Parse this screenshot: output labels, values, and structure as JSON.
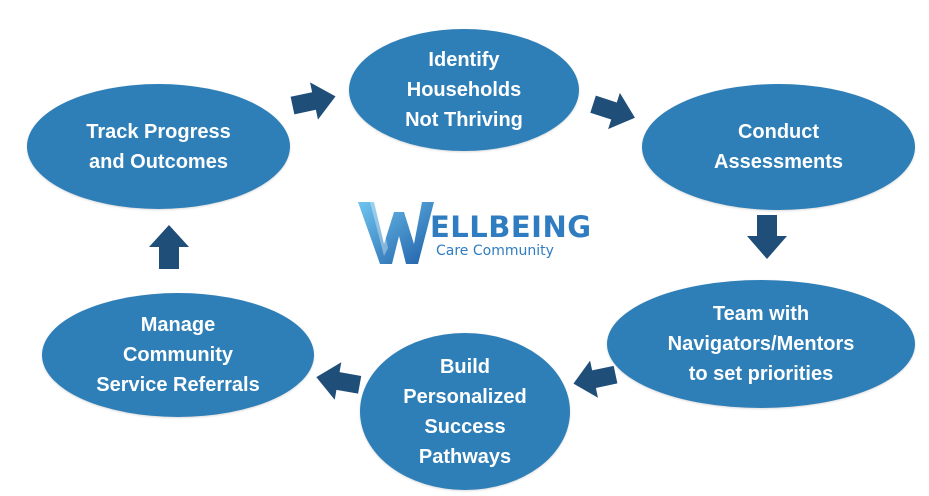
{
  "colors": {
    "node_fill": "#2e7fb8",
    "arrow_fill": "#1f4e79",
    "node_text": "#ffffff",
    "logo_primary": "#2f7dc0",
    "logo_light": "#6fc4ee"
  },
  "nodes": [
    {
      "id": "identify",
      "label": "Identify\nHouseholds\nNot Thriving"
    },
    {
      "id": "assess",
      "label": "Conduct\nAssessments"
    },
    {
      "id": "team",
      "label": "Team with\nNavigators/Mentors\nto set priorities"
    },
    {
      "id": "build",
      "label": "Build\nPersonalized\nSuccess\nPathways"
    },
    {
      "id": "manage",
      "label": "Manage\nCommunity\nService Referrals"
    },
    {
      "id": "track",
      "label": "Track Progress\nand Outcomes"
    }
  ],
  "logo": {
    "mark": "W",
    "word": "ELLBEING",
    "subtitle": "Care Community"
  }
}
